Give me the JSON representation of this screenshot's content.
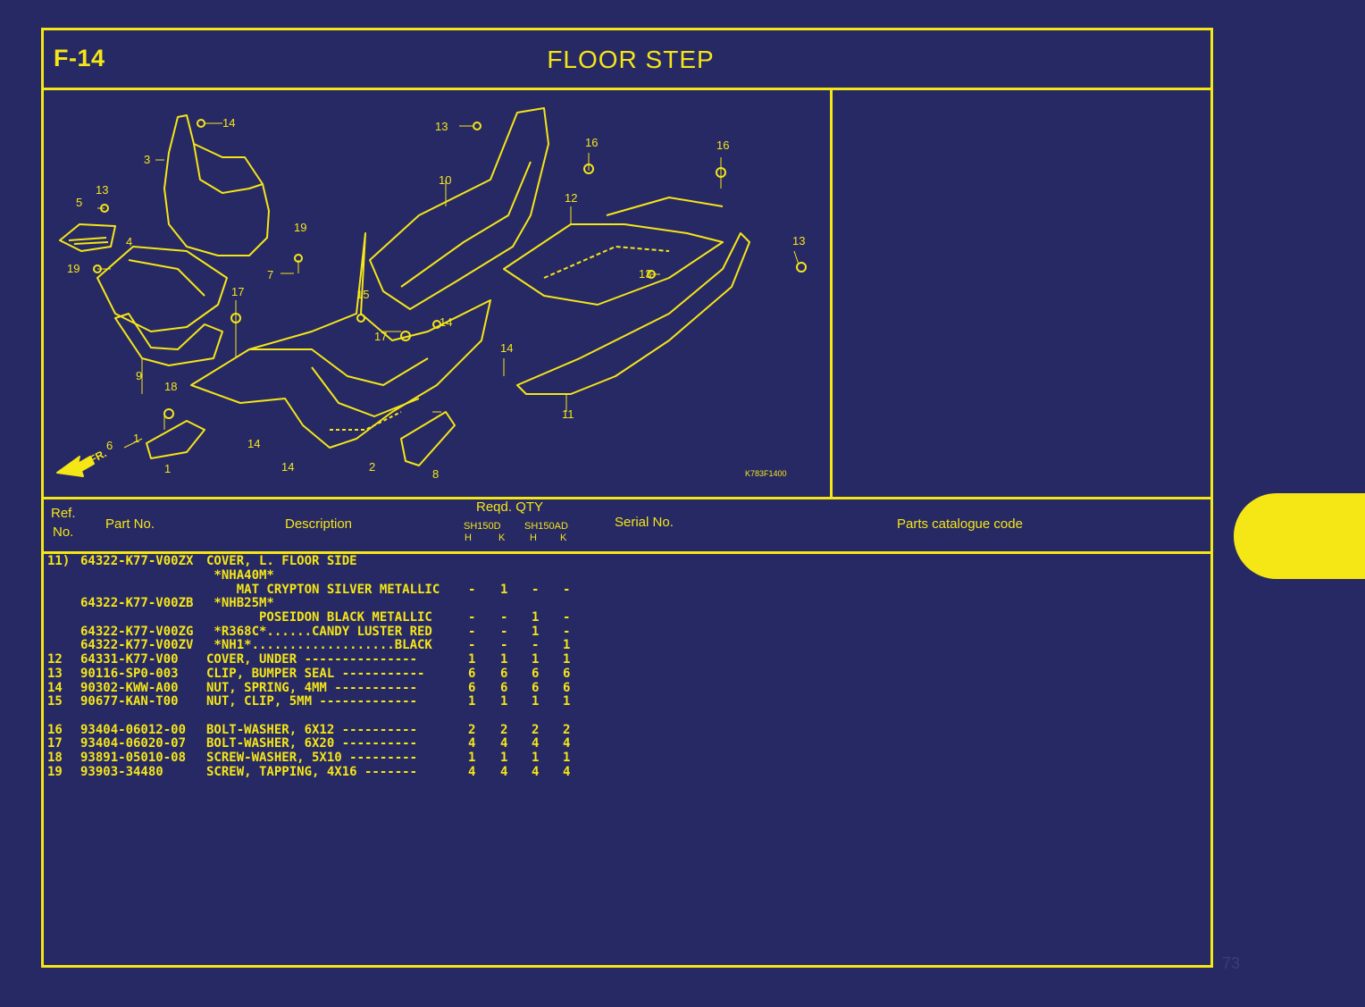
{
  "header": {
    "code": "F-14",
    "title": "FLOOR  STEP"
  },
  "diagram": {
    "ref_code": "K783F1400",
    "front_marker": "FR.",
    "callouts": [
      "14",
      "3",
      "5",
      "13",
      "4",
      "19",
      "19",
      "7",
      "17",
      "9",
      "18",
      "6",
      "1",
      "1",
      "14",
      "14",
      "2",
      "15",
      "17",
      "14",
      "13",
      "10",
      "16",
      "16",
      "12",
      "13",
      "13",
      "14",
      "11",
      "8"
    ]
  },
  "table": {
    "columns": {
      "ref": "Ref.",
      "ref_no": "No.",
      "part_no": "Part No.",
      "description": "Description",
      "reqd_qty": "Reqd.  QTY",
      "model1": "SH150D",
      "model2": "SH150AD",
      "h1": "H",
      "k1": "K",
      "h2": "H",
      "k2": "K",
      "serial": "Serial  No.",
      "catalogue": "Parts  catalogue  code"
    },
    "rows": [
      {
        "ref": "11)",
        "part": "64322-K77-V00ZX",
        "desc": "COVER, L. FLOOR SIDE",
        "q1": "",
        "q2": "",
        "q3": "",
        "q4": ""
      },
      {
        "ref": "",
        "part": "",
        "desc": " *NHA40M*",
        "q1": "",
        "q2": "",
        "q3": "",
        "q4": ""
      },
      {
        "ref": "",
        "part": "",
        "desc": "    MAT CRYPTON SILVER METALLIC",
        "q1": "-",
        "q2": "1",
        "q3": "-",
        "q4": "-"
      },
      {
        "ref": "",
        "part": "64322-K77-V00ZB",
        "desc": " *NHB25M*",
        "q1": "",
        "q2": "",
        "q3": "",
        "q4": ""
      },
      {
        "ref": "",
        "part": "",
        "desc": "       POSEIDON BLACK METALLIC",
        "q1": "-",
        "q2": "-",
        "q3": "1",
        "q4": "-"
      },
      {
        "ref": "",
        "part": "64322-K77-V00ZG",
        "desc": " *R368C*......CANDY LUSTER RED",
        "q1": "-",
        "q2": "-",
        "q3": "1",
        "q4": "-"
      },
      {
        "ref": "",
        "part": "64322-K77-V00ZV",
        "desc": " *NH1*...................BLACK",
        "q1": "-",
        "q2": "-",
        "q3": "-",
        "q4": "1"
      },
      {
        "ref": "12",
        "part": "64331-K77-V00",
        "desc": "COVER, UNDER ---------------",
        "q1": "1",
        "q2": "1",
        "q3": "1",
        "q4": "1"
      },
      {
        "ref": "13",
        "part": "90116-SP0-003",
        "desc": "CLIP, BUMPER SEAL -----------",
        "q1": "6",
        "q2": "6",
        "q3": "6",
        "q4": "6"
      },
      {
        "ref": "14",
        "part": "90302-KWW-A00",
        "desc": "NUT, SPRING, 4MM -----------",
        "q1": "6",
        "q2": "6",
        "q3": "6",
        "q4": "6"
      },
      {
        "ref": "15",
        "part": "90677-KAN-T00",
        "desc": "NUT, CLIP, 5MM -------------",
        "q1": "1",
        "q2": "1",
        "q3": "1",
        "q4": "1"
      },
      {
        "ref": "16",
        "part": "93404-06012-00",
        "desc": "BOLT-WASHER, 6X12 ----------",
        "q1": "2",
        "q2": "2",
        "q3": "2",
        "q4": "2"
      },
      {
        "ref": "17",
        "part": "93404-06020-07",
        "desc": "BOLT-WASHER, 6X20 ----------",
        "q1": "4",
        "q2": "4",
        "q3": "4",
        "q4": "4"
      },
      {
        "ref": "18",
        "part": "93891-05010-08",
        "desc": "SCREW-WASHER, 5X10 ---------",
        "q1": "1",
        "q2": "1",
        "q3": "1",
        "q4": "1"
      },
      {
        "ref": "19",
        "part": "93903-34480",
        "desc": "SCREW, TAPPING, 4X16 -------",
        "q1": "4",
        "q2": "4",
        "q3": "4",
        "q4": "4"
      }
    ]
  },
  "page_number": "73",
  "colors": {
    "background": "#272965",
    "accent": "#f5e616"
  }
}
